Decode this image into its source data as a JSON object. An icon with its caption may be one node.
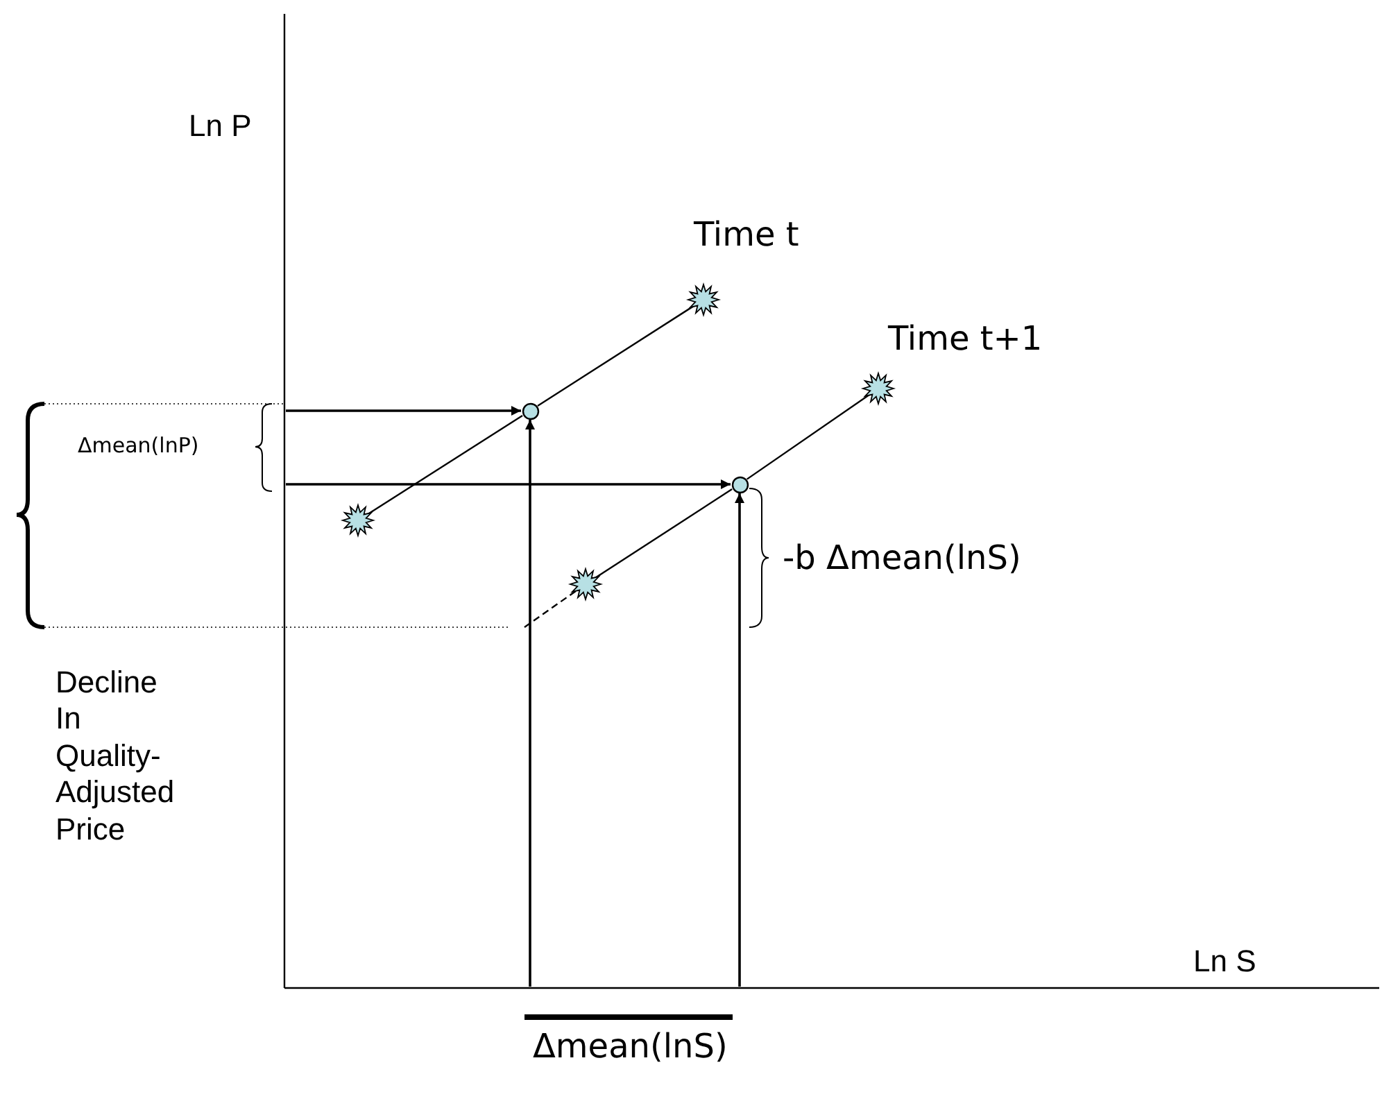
{
  "diagram": {
    "nodes": [
      {
        "text": [],
        "shape": "burst"
      },
      {
        "text": [],
        "shape": "circle"
      },
      {
        "text": [],
        "shape": "burst",
        "beside": [
          "Time t"
        ]
      },
      {
        "text": [],
        "shape": "burst"
      },
      {
        "text": [],
        "shape": "circle"
      },
      {
        "text": [],
        "shape": "burst",
        "beside": [
          "Time t+1"
        ]
      }
    ],
    "edges": [
      {
        "from": 0,
        "to": 1,
        "arrow": "none"
      },
      {
        "from": 1,
        "to": 2,
        "arrow": "none"
      },
      {
        "from": 3,
        "to": 4,
        "arrow": "none"
      },
      {
        "from": 4,
        "to": 5,
        "arrow": "none"
      },
      {
        "from": null,
        "to": 1,
        "arrow": "to"
      },
      {
        "from": null,
        "to": 1,
        "arrow": "to"
      },
      {
        "from": null,
        "to": 4,
        "arrow": "to"
      },
      {
        "from": null,
        "to": 4,
        "arrow": "to"
      },
      {
        "from": null,
        "to": 3,
        "arrow": "none",
        "style": "dashed"
      }
    ],
    "labels": [
      "Ln P",
      "Δmean(lnP)",
      "-b Δmean(lnS)",
      "Decline In Quality-Adjusted Price",
      "Ln S",
      "Δmean(lnS)"
    ]
  }
}
